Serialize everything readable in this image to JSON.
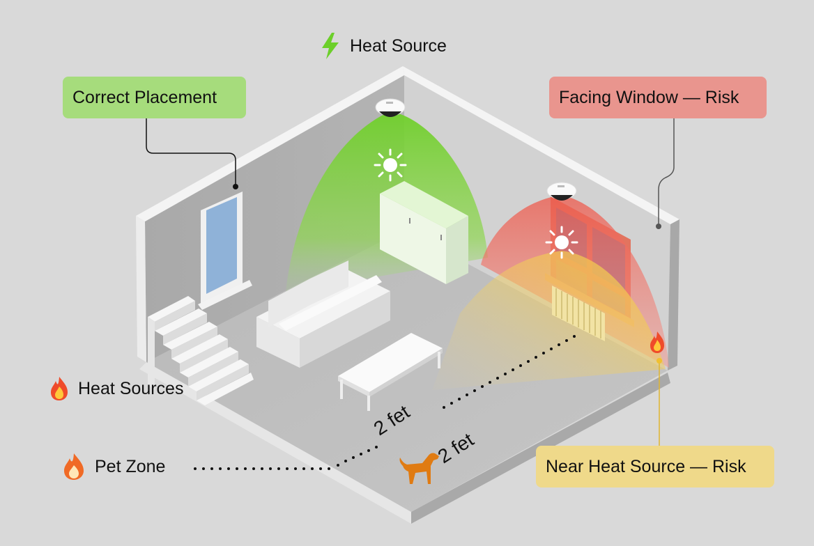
{
  "title": "Heat Source",
  "callouts": {
    "correct_placement": "Correct Placement",
    "facing_window": "Facing Window — Risk",
    "near_heat_source": "Near Heat Source — Risk"
  },
  "legend": {
    "heat_sources": "Heat Sources",
    "pet_zone": "Pet Zone"
  },
  "distances": {
    "sensor_to_heat": "2 fet",
    "pet_to_sensor": "2 fet"
  },
  "icons": {
    "title_icon": "lightning-bolt-icon",
    "heat_sources_icon": "fire-icon",
    "pet_zone_icon": "fire-icon",
    "pet": "dog-icon",
    "sensor": "motion-sensor-icon",
    "sun": "sun-icon"
  },
  "colors": {
    "correct": "#a6dc7c",
    "risk_window": "#e9958e",
    "risk_heat": "#efd98a",
    "coverage_green": "#7fd13b",
    "coverage_red": "#ef5b4e",
    "coverage_yellow": "#f2c94c",
    "dog": "#e07b12",
    "background": "#d9d9d9"
  }
}
